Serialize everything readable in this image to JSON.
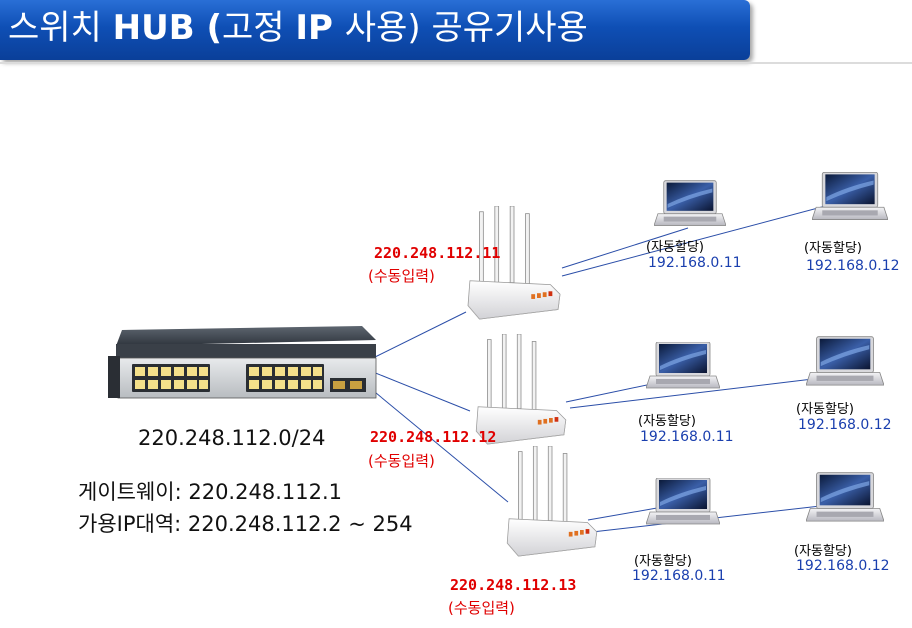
{
  "title": {
    "part1": "스위치 ",
    "part2": "HUB (",
    "part3": "고정 ",
    "part4": "IP ",
    "part5": "사용) ",
    "part6": "공유기사용"
  },
  "switch": {
    "network": "220.248.112.0/24",
    "gateway": "게이트웨이: 220.248.112.1",
    "ip_range": "가용IP대역: 220.248.112.2 ~ 254"
  },
  "routers": [
    {
      "ip": "220.248.112.11",
      "mode": "(수동입력)"
    },
    {
      "ip": "220.248.112.12",
      "mode": "(수동입력)"
    },
    {
      "ip": "220.248.112.13",
      "mode": "(수동입력)"
    }
  ],
  "laptops": [
    {
      "mode": "(자동할당)",
      "ip": "192.168.0.11"
    },
    {
      "mode": "(자동할당)",
      "ip": "192.168.0.12"
    },
    {
      "mode": "(자동할당)",
      "ip": "192.168.0.11"
    },
    {
      "mode": "(자동할당)",
      "ip": "192.168.0.12"
    },
    {
      "mode": "(자동할당)",
      "ip": "192.168.0.11"
    },
    {
      "mode": "(자동할당)",
      "ip": "192.168.0.12"
    }
  ],
  "colors": {
    "title_bg": "#0f4fb5",
    "router_ip": "#e00000",
    "laptop_ip": "#1a3fae",
    "link": "#2b4ea8"
  }
}
